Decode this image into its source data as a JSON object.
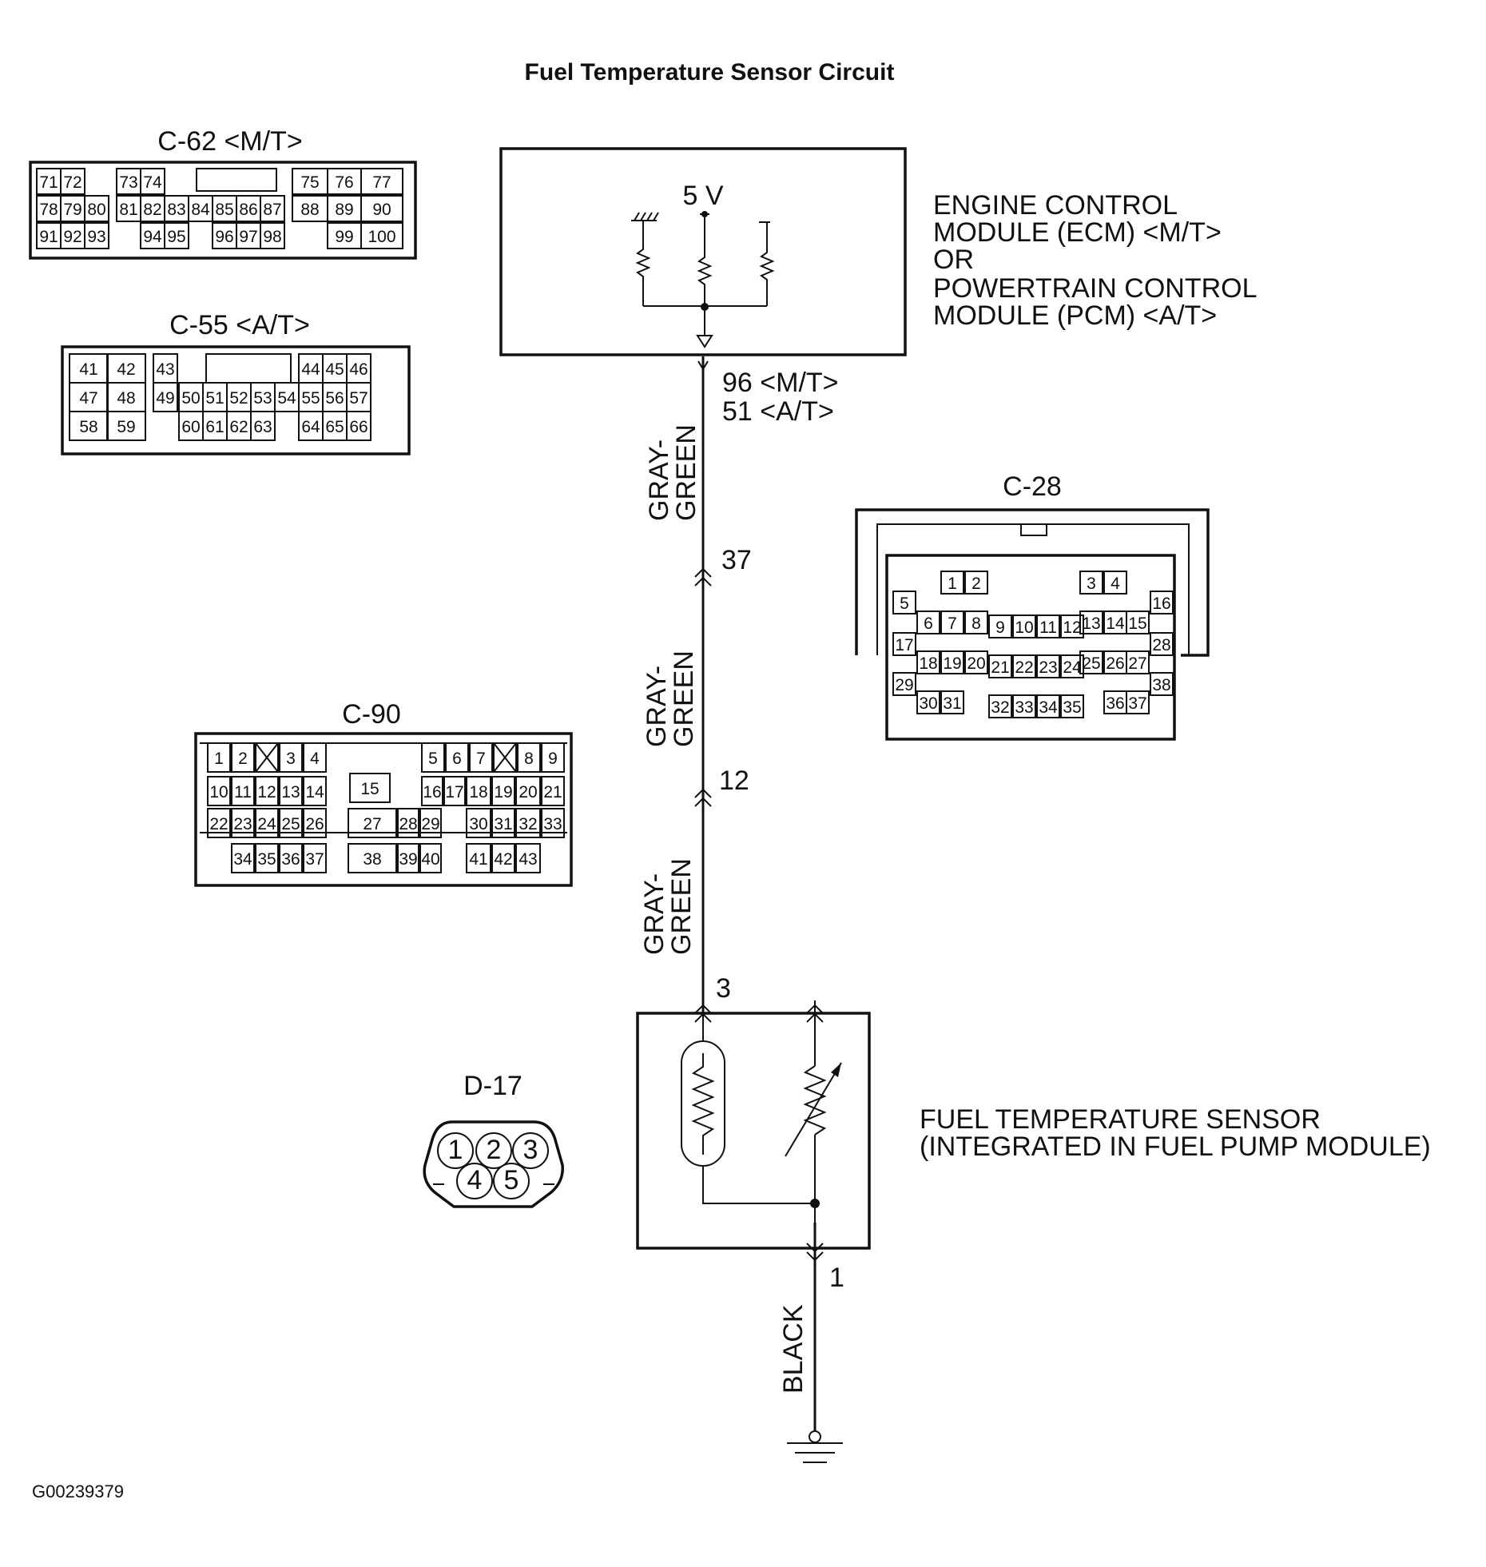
{
  "title": "Fuel Temperature Sensor Circuit",
  "figure_code": "G00239379",
  "ecm": {
    "voltage": "5 V",
    "name_lines": [
      "ENGINE CONTROL",
      "MODULE (ECM) <M/T>",
      "OR",
      "POWERTRAIN CONTROL",
      "MODULE (PCM) <A/T>"
    ],
    "terminal_mt": "96 <M/T>",
    "terminal_at": "51 <A/T>"
  },
  "wire": {
    "segments": [
      {
        "color_line1": "GRAY-",
        "color_line2": "GREEN"
      },
      {
        "color_line1": "GRAY-",
        "color_line2": "GREEN"
      },
      {
        "color_line1": "GRAY-",
        "color_line2": "GREEN"
      }
    ],
    "junction_pins": [
      "37",
      "12"
    ],
    "sensor_pin_in": "3",
    "sensor_pin_out": "1",
    "ground_wire_color": "BLACK"
  },
  "sensor": {
    "name_line1": "FUEL TEMPERATURE SENSOR",
    "name_line2": "(INTEGRATED IN FUEL PUMP MODULE)"
  },
  "connectors": {
    "c62": {
      "label": "C-62 <M/T>",
      "rows": [
        [
          "71",
          "72",
          "",
          "73",
          "74",
          "",
          "",
          "",
          "",
          "",
          "75",
          "76",
          "77"
        ],
        [
          "78",
          "79",
          "80",
          "81",
          "82",
          "83",
          "84",
          "85",
          "86",
          "87",
          "88",
          "89",
          "90"
        ],
        [
          "91",
          "92",
          "93",
          "",
          "94",
          "95",
          "",
          "96",
          "97",
          "98",
          "",
          "99",
          "100"
        ]
      ]
    },
    "c55": {
      "label": "C-55 <A/T>",
      "rows": [
        [
          "41",
          "42",
          "43",
          "",
          "",
          "",
          "",
          "",
          "44",
          "45",
          "46"
        ],
        [
          "47",
          "48",
          "49",
          "50",
          "51",
          "52",
          "53",
          "54",
          "55",
          "56",
          "57"
        ],
        [
          "58",
          "59",
          "",
          "60",
          "61",
          "62",
          "63",
          "",
          "64",
          "65",
          "66"
        ]
      ]
    },
    "c28": {
      "label": "C-28",
      "pins": [
        "1",
        "2",
        "3",
        "4",
        "5",
        "6",
        "7",
        "8",
        "9",
        "10",
        "11",
        "12",
        "13",
        "14",
        "15",
        "16",
        "17",
        "18",
        "19",
        "20",
        "21",
        "22",
        "23",
        "24",
        "25",
        "26",
        "27",
        "28",
        "29",
        "30",
        "31",
        "32",
        "33",
        "34",
        "35",
        "36",
        "37",
        "38"
      ]
    },
    "c90": {
      "label": "C-90",
      "pins": [
        "1",
        "2",
        "3",
        "4",
        "5",
        "6",
        "7",
        "8",
        "9",
        "10",
        "11",
        "12",
        "13",
        "14",
        "15",
        "16",
        "17",
        "18",
        "19",
        "20",
        "21",
        "22",
        "23",
        "24",
        "25",
        "26",
        "27",
        "28",
        "29",
        "30",
        "31",
        "32",
        "33",
        "34",
        "35",
        "36",
        "37",
        "38",
        "39",
        "40",
        "41",
        "42",
        "43"
      ]
    },
    "d17": {
      "label": "D-17",
      "pins": [
        "1",
        "2",
        "3",
        "4",
        "5"
      ]
    }
  }
}
